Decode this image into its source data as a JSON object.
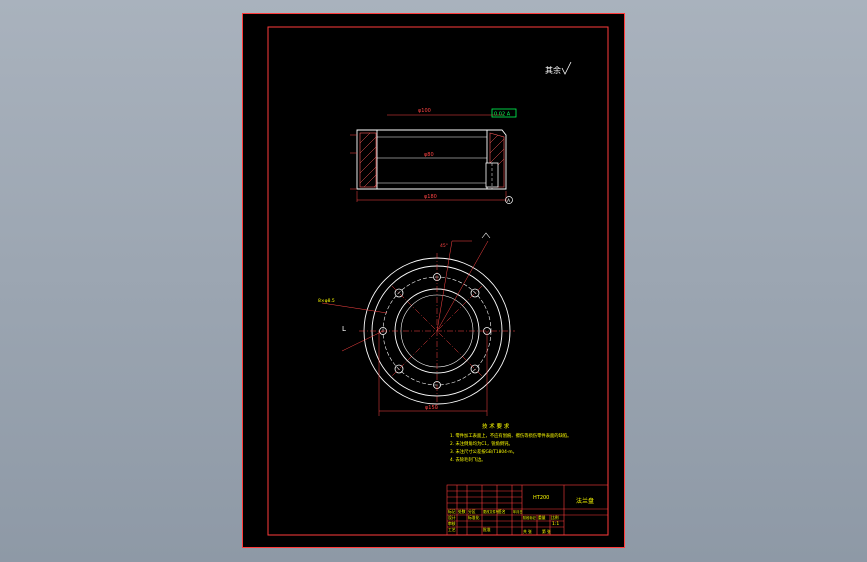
{
  "colors": {
    "background": "#95a0ac",
    "sheet": "#000000",
    "border": "#ff3b3b",
    "geometry": "#ffffff",
    "dimension": "#ff4444",
    "hatch": "#ff5a5a",
    "note": "#ffff00",
    "tolerance_box": "#00ff55"
  },
  "drawing": {
    "roughness_label": "其余",
    "tolerance_frame": "0.02 A",
    "datum_label": "A",
    "section_dim_label": "φ100",
    "section_inner_dim": "φ80",
    "section_length_dim": "φ180",
    "plan_outer_dim": "φ150",
    "plan_hole_callout": "8×φ8.5",
    "plan_angle_label": "45°",
    "plan_center_label": "L",
    "tech_requirements": {
      "title": "技 术 要 求",
      "items": [
        "1. 零件加工表面上，不应有划痕、擦伤等损伤零件表面的缺陷。",
        "2. 未注倒角均为C1，锐角倒钝。",
        "3. 未注尺寸公差按GB/T1804-m。",
        "4. 去除毛刺飞边。"
      ]
    },
    "title_block": {
      "part_name": "法兰盘",
      "material": "HT200",
      "scale": "1:1",
      "labels": [
        "标记",
        "处数",
        "分区",
        "更改文件号",
        "签名",
        "年月日",
        "设计",
        "标准化",
        "审核",
        "工艺",
        "批准",
        "阶段标记",
        "重量",
        "比例",
        "共 张",
        "第 张"
      ]
    }
  }
}
